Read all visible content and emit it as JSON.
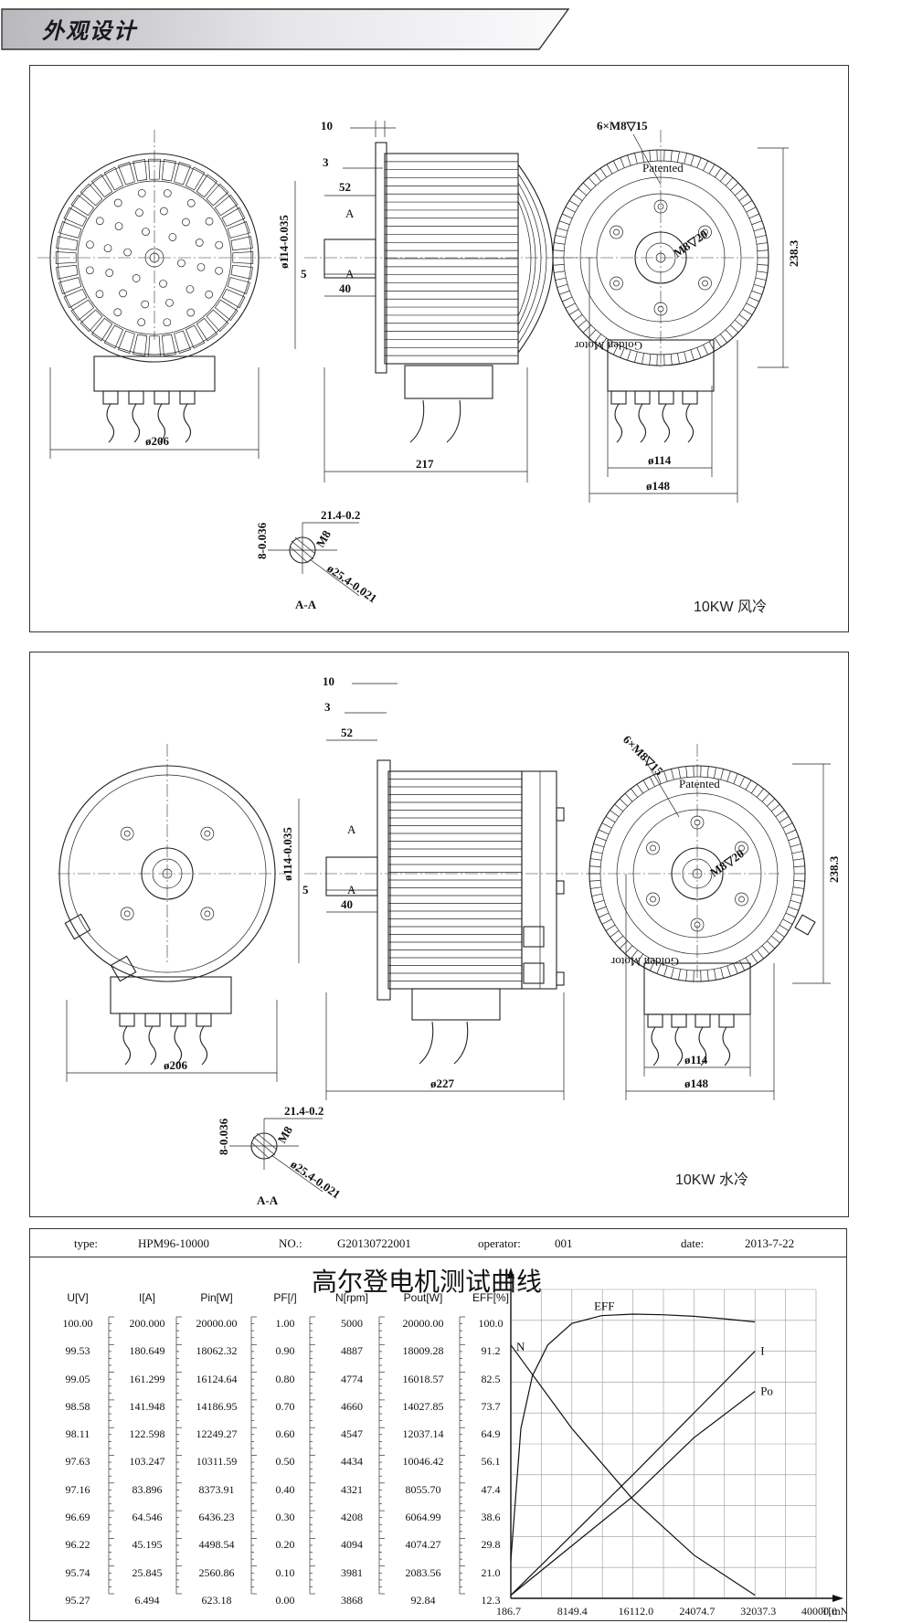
{
  "header": {
    "title": "外观设计"
  },
  "drawing_air": {
    "caption": "10KW 风冷",
    "dims": {
      "d206": "ø206",
      "d217": "217",
      "d114": "ø114",
      "d148": "ø148",
      "d238": "238.3",
      "shaft": "ø114-0.035",
      "shaft_tol": "0",
      "n10": "10",
      "n3": "3",
      "n52": "52",
      "n5": "5",
      "n40": "40",
      "holes": "6×M8▽15",
      "m8": "M8▽20",
      "sec_w": "21.4-0.2",
      "sec_w_tol": "0",
      "sec_k": "8-0.036",
      "sec_k_tol": "0",
      "sec_m": "M8",
      "sec_d": "ø25.4-0.021",
      "sec_d_tol": "0",
      "sec_label": "A-A",
      "a1": "A",
      "a2": "A",
      "patented": "Patented",
      "golden": "Golden Motor"
    }
  },
  "drawing_water": {
    "caption": "10KW 水冷",
    "dims": {
      "d206": "ø206",
      "d227": "ø227",
      "d114": "ø114",
      "d148": "ø148",
      "d238": "238.3",
      "shaft": "ø114-0.035",
      "shaft_tol": "0",
      "n10": "10",
      "n3": "3",
      "n52": "52",
      "n5": "5",
      "n40": "40",
      "holes": "6×M8▽15",
      "m8": "M8▽20",
      "sec_w": "21.4-0.2",
      "sec_w_tol": "0",
      "sec_k": "8-0.036",
      "sec_k_tol": "0",
      "sec_m": "M8",
      "sec_d": "ø25.4-0.021",
      "sec_d_tol": "0",
      "sec_label": "A-A",
      "a1": "A",
      "a2": "A",
      "patented": "Patented",
      "golden": "Golden Motor"
    }
  },
  "test_sheet": {
    "type_label": "type:",
    "type_value": "HPM96-10000",
    "no_label": "NO.:",
    "no_value": "G20130722001",
    "operator_label": "operator:",
    "operator_value": "001",
    "date_label": "date:",
    "date_value": "2013-7-22",
    "title": "高尔登电机测试曲线",
    "columns": [
      {
        "header": "U[V]",
        "values": [
          "100.00",
          "99.53",
          "99.05",
          "98.58",
          "98.11",
          "97.63",
          "97.16",
          "96.69",
          "96.22",
          "95.74",
          "95.27"
        ]
      },
      {
        "header": "I[A]",
        "values": [
          "200.000",
          "180.649",
          "161.299",
          "141.948",
          "122.598",
          "103.247",
          "83.896",
          "64.546",
          "45.195",
          "25.845",
          "6.494"
        ]
      },
      {
        "header": "Pin[W]",
        "values": [
          "20000.00",
          "18062.32",
          "16124.64",
          "14186.95",
          "12249.27",
          "10311.59",
          "8373.91",
          "6436.23",
          "4498.54",
          "2560.86",
          "623.18"
        ]
      },
      {
        "header": "PF[/]",
        "values": [
          "1.00",
          "0.90",
          "0.80",
          "0.70",
          "0.60",
          "0.50",
          "0.40",
          "0.30",
          "0.20",
          "0.10",
          "0.00"
        ]
      },
      {
        "header": "N[rpm]",
        "values": [
          "5000",
          "4887",
          "4774",
          "4660",
          "4547",
          "4434",
          "4321",
          "4208",
          "4094",
          "3981",
          "3868"
        ]
      },
      {
        "header": "Pout[W]",
        "values": [
          "20000.00",
          "18009.28",
          "16018.57",
          "14027.85",
          "12037.14",
          "10046.42",
          "8055.70",
          "6064.99",
          "4074.27",
          "2083.56",
          "92.84"
        ]
      },
      {
        "header": "EFF[%]",
        "values": [
          "100.0",
          "91.2",
          "82.5",
          "73.7",
          "64.9",
          "56.1",
          "47.4",
          "38.6",
          "29.8",
          "21.0",
          "12.3"
        ]
      }
    ],
    "chart_data": {
      "type": "line",
      "x_ticks": [
        "186.7",
        "8149.4",
        "16112.0",
        "24074.7",
        "32037.3",
        "40000.0"
      ],
      "x_unit": "T[mN.m]",
      "xlim": [
        186.7,
        40000.0
      ],
      "ylim": [
        0,
        100
      ],
      "grid": true,
      "series": [
        {
          "name": "EFF",
          "x": [
            186.7,
            1500,
            3000,
            5000,
            8149.4,
            12000,
            16112.0,
            20000,
            24074.7,
            28000,
            32037.3
          ],
          "y": [
            12.3,
            55,
            72,
            82,
            89,
            91.5,
            92,
            91.8,
            91.3,
            90.5,
            89.5
          ]
        },
        {
          "name": "I",
          "x": [
            186.7,
            8149.4,
            16112.0,
            24074.7,
            32037.3
          ],
          "y": [
            1,
            20.5,
            40,
            60,
            80
          ]
        },
        {
          "name": "Po",
          "x": [
            186.7,
            8149.4,
            16112.0,
            24074.7,
            32037.3
          ],
          "y": [
            1,
            17,
            33,
            52,
            67
          ]
        },
        {
          "name": "N",
          "x": [
            186.7,
            8149.4,
            16112.0,
            24074.7,
            32037.3
          ],
          "y": [
            82,
            55,
            32,
            14,
            1
          ]
        }
      ]
    }
  }
}
